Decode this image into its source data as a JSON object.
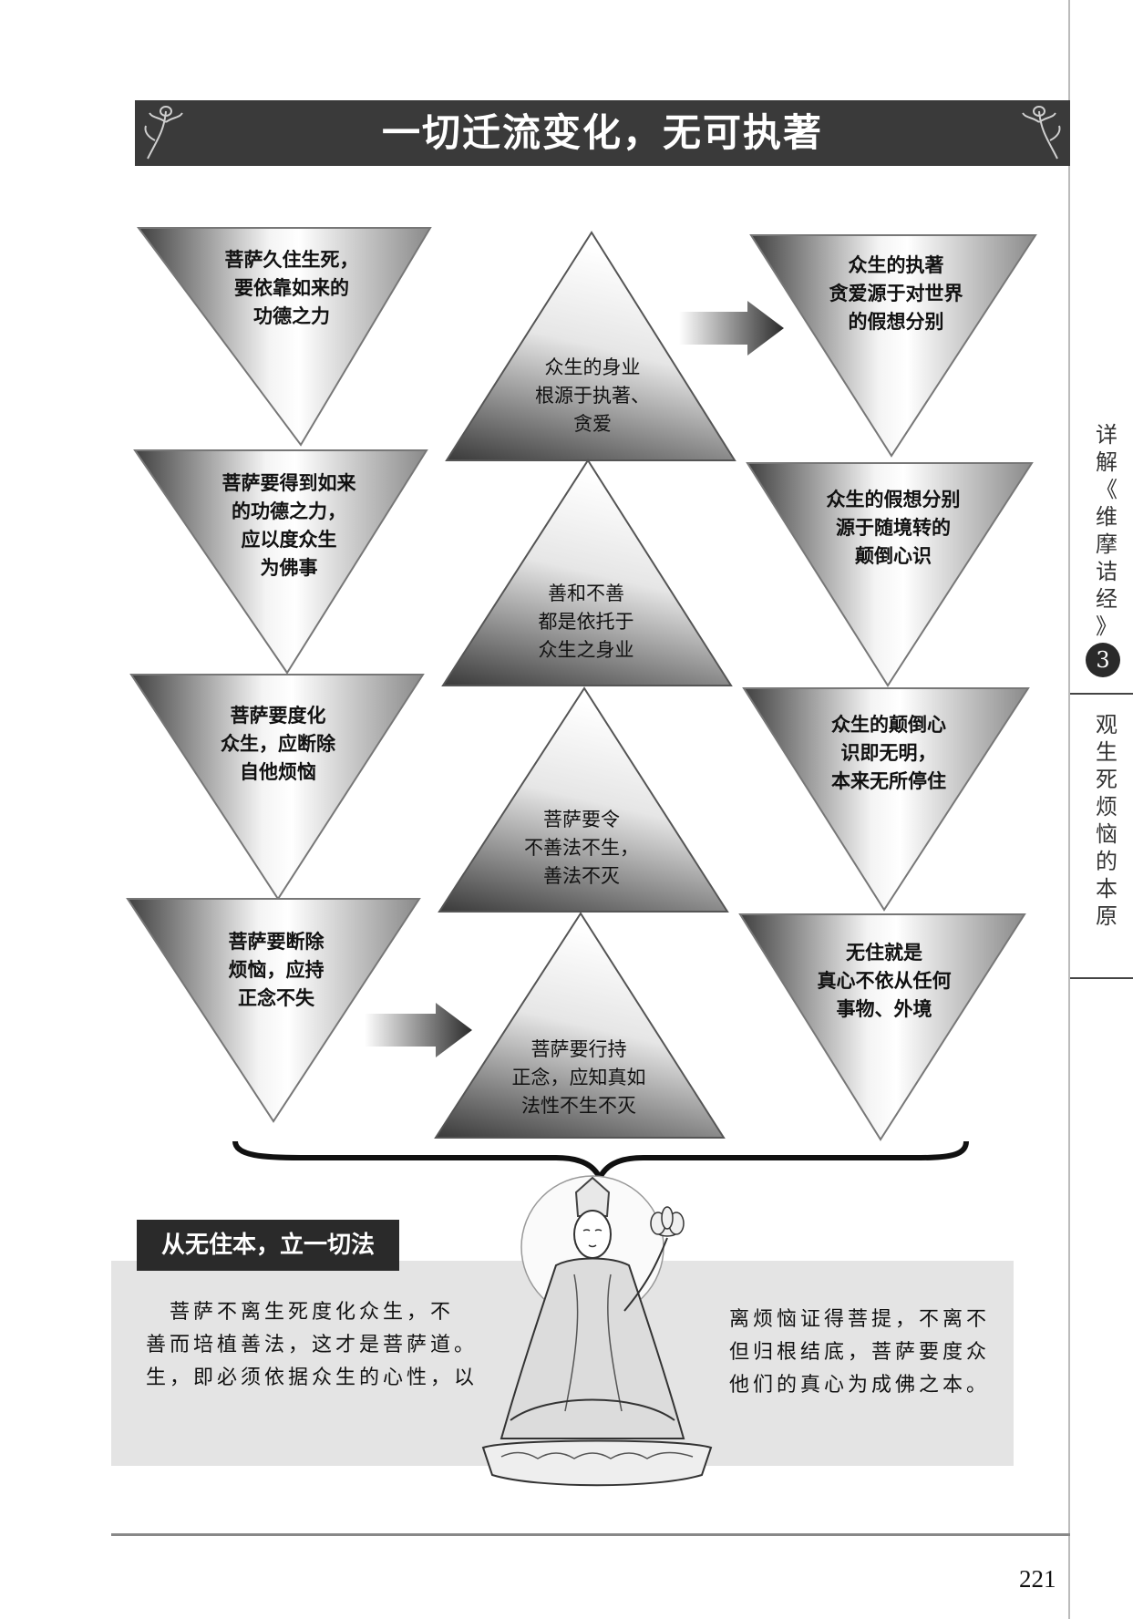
{
  "title": "一切迁流变化，无可执著",
  "diagram": {
    "left_column": [
      "菩萨久住生死，\n要依靠如来的\n功德之力",
      "菩萨要得到如来\n的功德之力，\n应以度众生\n为佛事",
      "菩萨要度化\n众生，应断除\n自他烦恼",
      "菩萨要断除\n烦恼，应持\n正念不失"
    ],
    "center_column": [
      "众生的身业\n根源于执著、\n贪爱",
      "善和不善\n都是依托于\n众生之身业",
      "菩萨要令\n不善法不生，\n善法不灭",
      "菩萨要行持\n正念，应知真如\n法性不生不灭"
    ],
    "right_column": [
      "众生的执著\n贪爱源于对世界\n的假想分别",
      "众生的假想分别\n源于随境转的\n颠倒心识",
      "众生的颠倒心\n识即无明，\n本来无所停住",
      "无住就是\n真心不依从任何\n事物、外境"
    ]
  },
  "sidebar": {
    "book_title_chars": [
      "详",
      "解",
      "《",
      "维",
      "摩",
      "诘",
      "经",
      "》"
    ],
    "chapter_number": "3",
    "chapter_title_chars": [
      "观",
      "生",
      "死",
      "烦",
      "恼",
      "的",
      "本",
      "原"
    ]
  },
  "section": {
    "label": "从无住本，立一切法",
    "left_lines": [
      "　菩萨不离生死度化众生，不",
      "善而培植善法，这才是菩萨道。",
      "生，即必须依据众生的心性，以"
    ],
    "right_lines": [
      "离烦恼证得菩提，不离不",
      "但归根结底，菩萨要度众",
      "他们的真心为成佛之本。"
    ]
  },
  "page_number": "221",
  "colors": {
    "banner": "#3a3a3a",
    "section_box": "#e4e4e4",
    "triangle_dark": "#4a4a4a",
    "triangle_light": "#ffffff"
  }
}
